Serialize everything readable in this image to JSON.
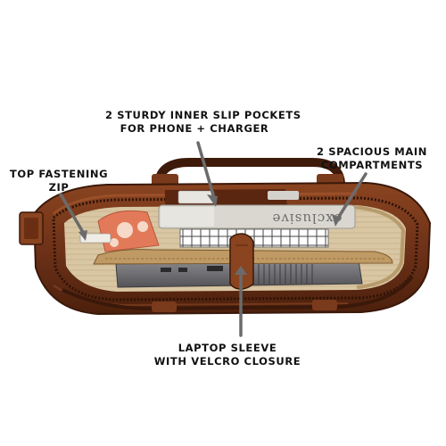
{
  "callouts": {
    "pockets": {
      "line1": "2 sturdy inner slip pockets",
      "line2": "for phone + charger"
    },
    "compartments": {
      "line1": "2 spacious main",
      "line2": "compartments"
    },
    "zip": {
      "line1": "Top fastening",
      "line2": "zip"
    },
    "sleeve": {
      "line1": "Laptop sleeve",
      "line2": "with velcro closure"
    }
  },
  "notebook_label": "exclusive",
  "colors": {
    "leather": "#7a3a1c",
    "leather_dark": "#4a1f0c",
    "leather_light": "#a85a30",
    "lining": "#c8ae86",
    "laptop": "#6f6f72"
  }
}
